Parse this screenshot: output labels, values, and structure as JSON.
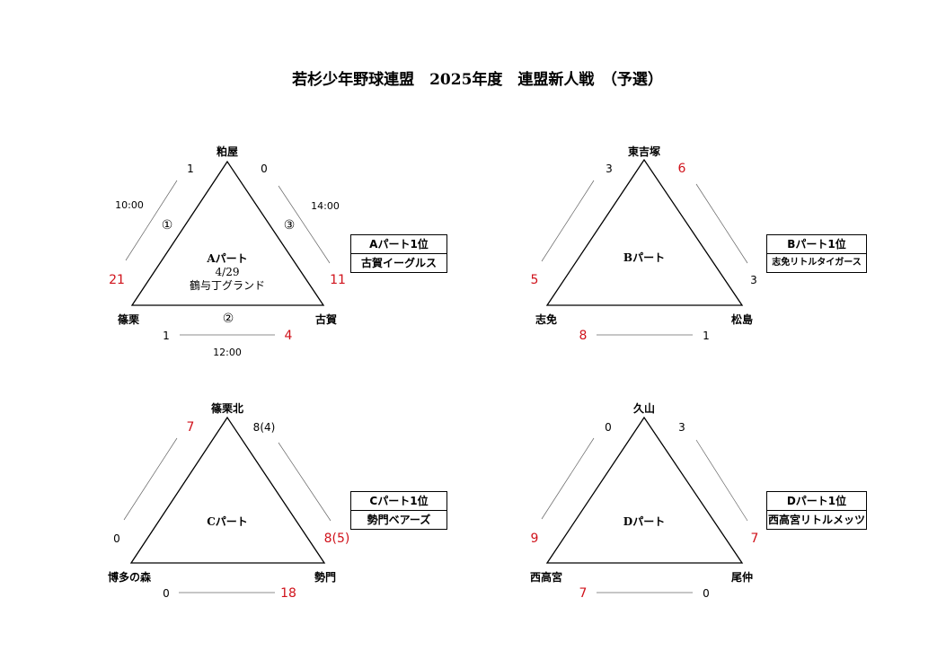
{
  "title": "若杉少年野球連盟　2025年度　連盟新人戦　（予選）",
  "parts": [
    {
      "id": "a",
      "name": "Aパート",
      "date": "4/29",
      "venue": "鶴与丁グランド",
      "teams": {
        "top": "粕屋",
        "left": "篠栗",
        "right": "古賀"
      },
      "games": {
        "left_side": {
          "score_left": "21",
          "score_top": "1",
          "winner": "left",
          "time": "10:00",
          "number": "①"
        },
        "right_side": {
          "score_top": "0",
          "score_right": "11",
          "winner": "right",
          "time": "14:00",
          "number": "③"
        },
        "bottom_side": {
          "score_left": "1",
          "score_right": "4",
          "winner": "right",
          "time": "12:00",
          "number": "②"
        }
      },
      "winner_box": {
        "label": "Aパート1位",
        "team": "古賀イーグルス"
      }
    },
    {
      "id": "b",
      "name": "Bパート",
      "teams": {
        "top": "東吉塚",
        "left": "志免",
        "right": "松島"
      },
      "games": {
        "left_side": {
          "score_left": "5",
          "score_top": "3",
          "winner": "left"
        },
        "right_side": {
          "score_top": "6",
          "score_right": "3",
          "winner": "top"
        },
        "bottom_side": {
          "score_left": "8",
          "score_right": "1",
          "winner": "left"
        }
      },
      "winner_box": {
        "label": "Bパート1位",
        "team": "志免リトルタイガース"
      }
    },
    {
      "id": "c",
      "name": "Cパート",
      "teams": {
        "top": "篠栗北",
        "left": "博多の森",
        "right": "勢門"
      },
      "games": {
        "left_side": {
          "score_left": "0",
          "score_top": "7",
          "winner": "top"
        },
        "right_side": {
          "score_top": "8(4)",
          "score_right": "8(5)",
          "winner": "right"
        },
        "bottom_side": {
          "score_left": "0",
          "score_right": "18",
          "winner": "right"
        }
      },
      "winner_box": {
        "label": "Cパート1位",
        "team": "勢門ベアーズ"
      }
    },
    {
      "id": "d",
      "name": "Dパート",
      "teams": {
        "top": "久山",
        "left": "西高宮",
        "right": "尾仲"
      },
      "games": {
        "left_side": {
          "score_left": "9",
          "score_top": "0",
          "winner": "left"
        },
        "right_side": {
          "score_top": "3",
          "score_right": "7",
          "winner": "right"
        },
        "bottom_side": {
          "score_left": "7",
          "score_right": "0",
          "winner": "left"
        }
      },
      "winner_box": {
        "label": "Dパート1位",
        "team": "西高宮リトルメッツ"
      }
    }
  ]
}
